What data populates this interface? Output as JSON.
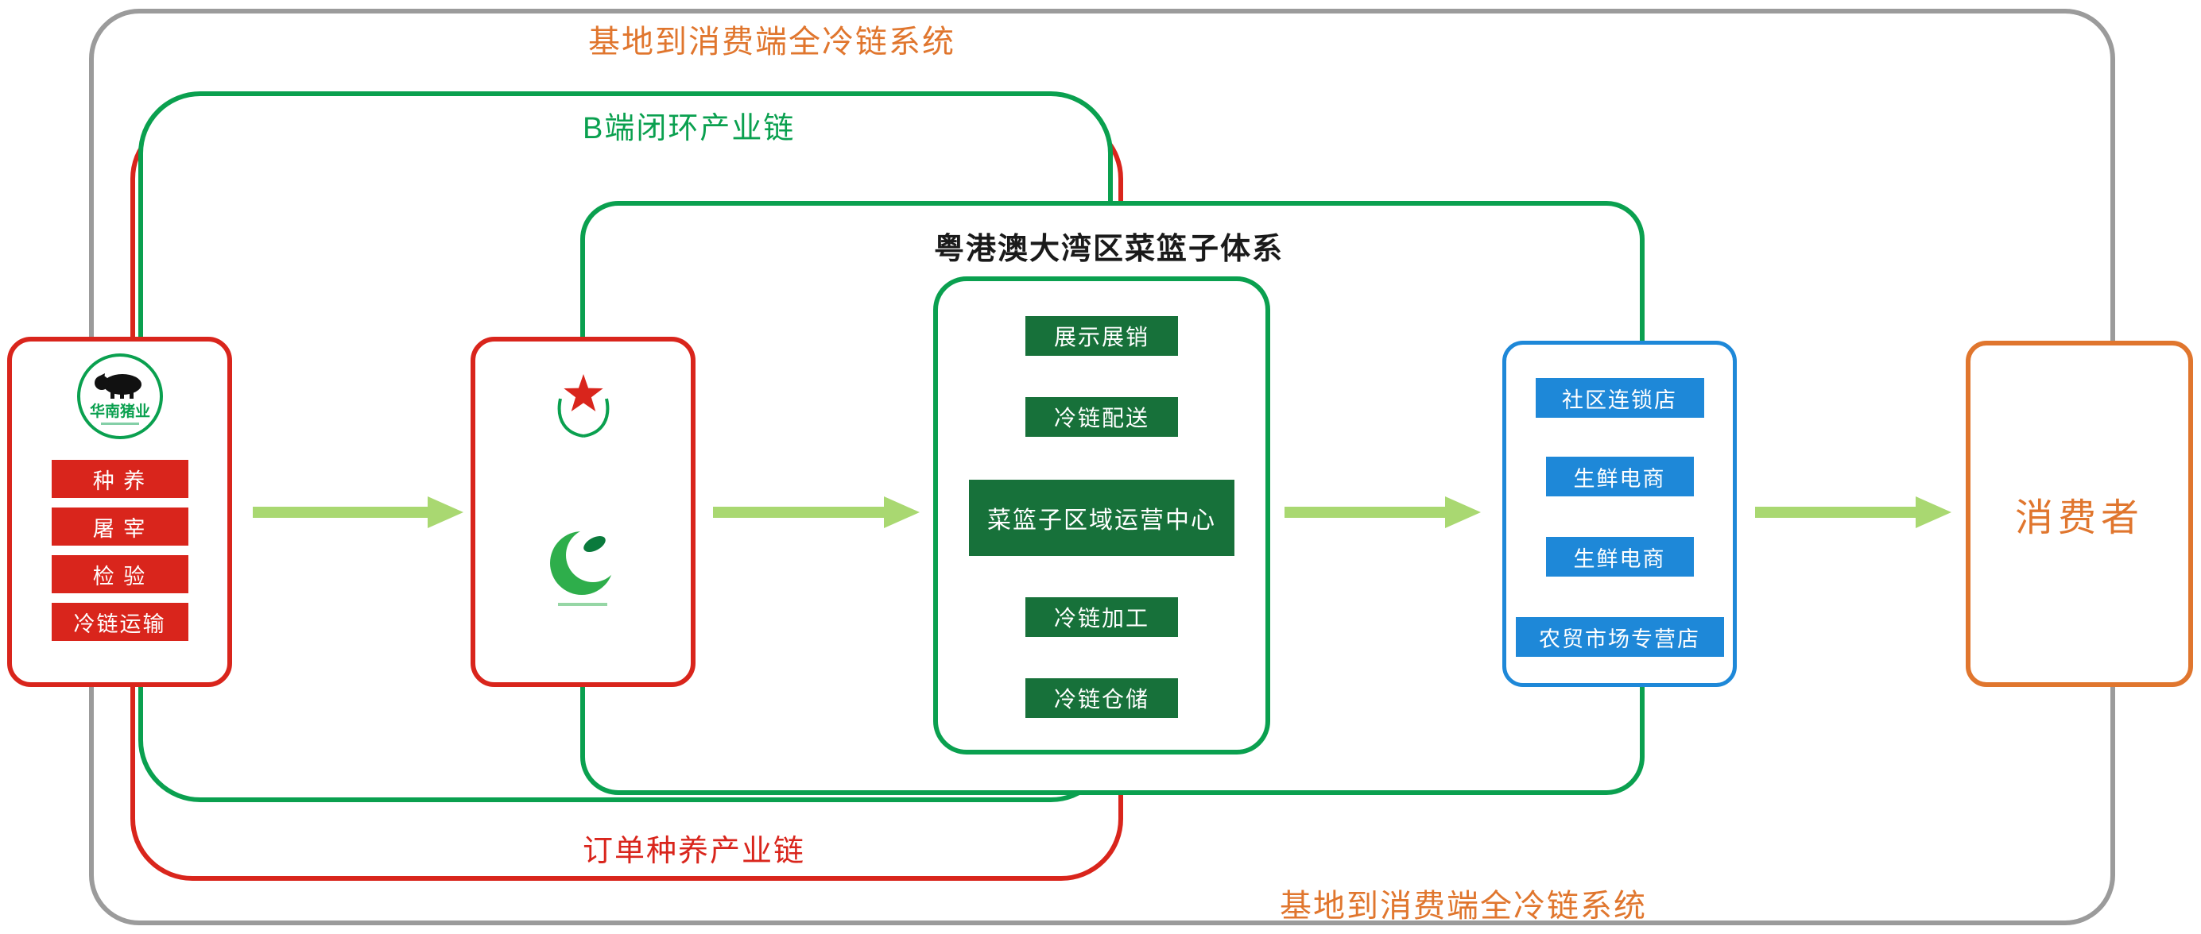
{
  "colors": {
    "gray": "#9b9b9b",
    "red": "#d9251c",
    "green": "#0aa04f",
    "dark_green": "#17713a",
    "blue": "#1e88d8",
    "orange": "#e0762e",
    "arrow_green": "#a9d871",
    "white": "#ffffff"
  },
  "outer_frame": {
    "top_label": "基地到消费端全冷链系统",
    "bottom_label": "基地到消费端全冷链系统"
  },
  "chains": {
    "b_side_label": "B端闭环产业链",
    "order_label": "订单种养产业链"
  },
  "producer_box": {
    "logo_name": "华南猪业",
    "items": [
      "种 养",
      "屠 宰",
      "检 验",
      "冷链运输"
    ]
  },
  "basket_system": {
    "title": "粤港澳大湾区菜篮子体系",
    "items": [
      "展示展销",
      "冷链配送",
      "菜篮子区域运营中心",
      "冷链加工",
      "冷链仓储"
    ]
  },
  "retail_box": {
    "items": [
      "社区连锁店",
      "生鲜电商",
      "生鲜电商",
      "农贸市场专营店"
    ]
  },
  "consumer_box": {
    "label": "消费者"
  }
}
